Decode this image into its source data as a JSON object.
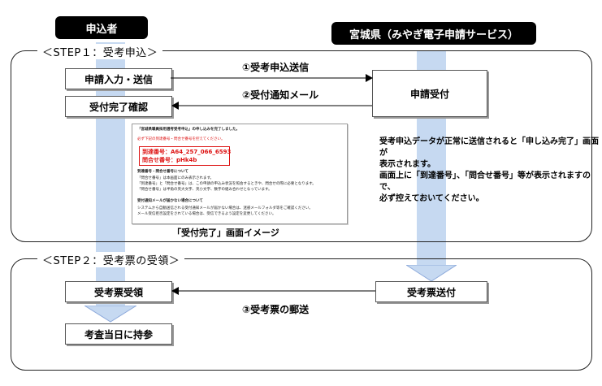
{
  "headers": {
    "applicant": "申込者",
    "prefecture": "宮城県（みやぎ電子申請サービス）"
  },
  "step1": {
    "title": "＜STEP１：受考申込＞",
    "boxes": {
      "input_send": "申請入力・送信",
      "confirm": "受付完了確認",
      "receipt": "申請受付"
    },
    "arrows": {
      "send": "①受考申込送信",
      "mail": "②受付通知メール"
    },
    "note": [
      "受考申込データが正常に送信されると「申し込み完了」画面が",
      "表示されます。",
      "画面上に「到達番号」、「問合せ番号」等が表示されますので、",
      "必ず控えておいてください。"
    ],
    "screenshot": {
      "line1": "「宮城県職員採用選考受考申込」の申し込みを完了しました。",
      "line2": "必ず下記の到達番号・問合せ番号を控えてください。",
      "arrival": "到達番号：A64_257_066_6593",
      "inquiry": "問合せ番号：pHk4b",
      "line3": "到達番号・問合せ番号について",
      "line4": "「問合せ番号」は本画面にのみ表示されます。",
      "line5": "「到達番号」と「問合せ番号」は、この申請の申込み状況を照会するときや、問合せの際に必要となります。",
      "line6": "「問合せ番号」は半角の英大文字、英小文字、数字の組み合わせとなっています。",
      "line7": "受付通知メールが届かない場合について",
      "line8": "システムから自動送信される受付通知メールが届かない場合は、迷惑メールフォルダ等をご確認ください。",
      "line9": "メール受信拒否設定をされている場合は、受信できるよう設定を変更してください。"
    },
    "caption": "「受付完了」画面イメージ"
  },
  "step2": {
    "title": "＜STEP２：受考票の受領＞",
    "boxes": {
      "receive": "受考票受領",
      "send": "受考票送付",
      "bring": "考査当日に持参"
    },
    "arrows": {
      "mail": "③受考票の郵送"
    }
  }
}
